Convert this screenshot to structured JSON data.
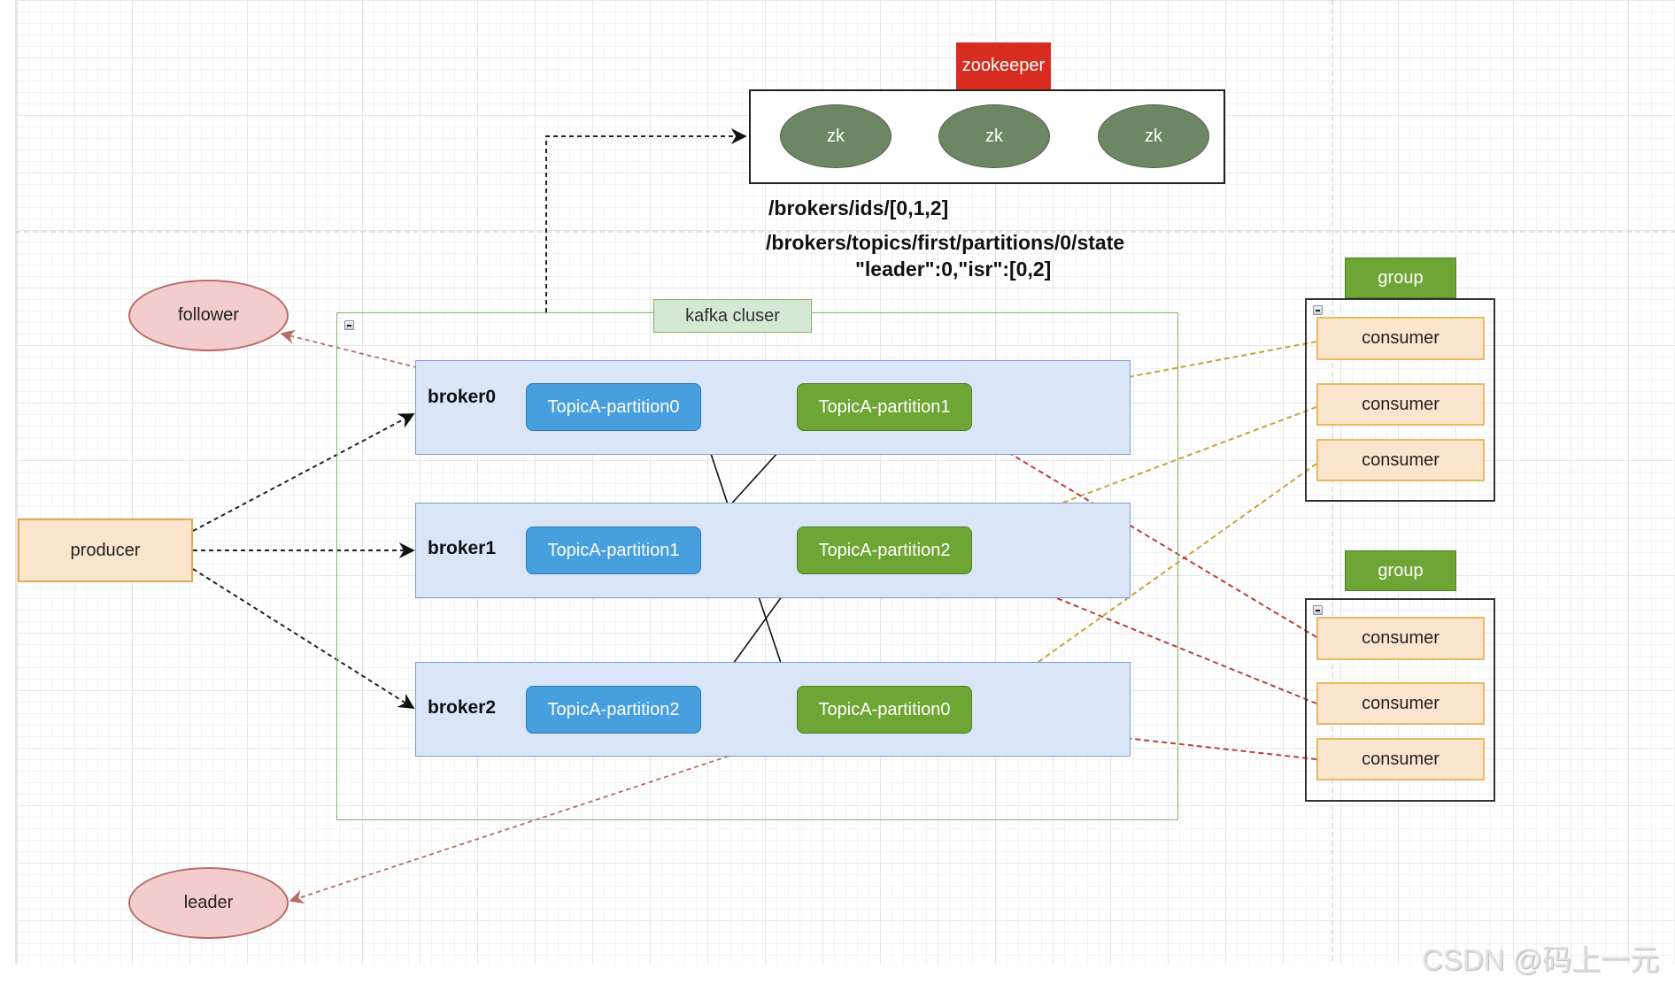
{
  "diagram": {
    "title": "Kafka cluster with Zookeeper, producer and consumer groups",
    "colors": {
      "zookeeper_label": "#d62d20",
      "zk_node": "#6d8764",
      "leader_partition": "#479fdd",
      "follower_partition": "#6ea636",
      "broker_fill": "#dae6f8",
      "consumer_fill": "#fbe5cd",
      "role_ellipse": "#f3cdcd",
      "consumer_link_group1": "#c4a437",
      "consumer_link_group2": "#b8403c"
    },
    "zookeeper": {
      "label": "zookeeper",
      "nodes": [
        "zk",
        "zk",
        "zk"
      ]
    },
    "zk_paths": {
      "ids": "/brokers/ids/[0,1,2]",
      "state_path": "/brokers/topics/first/partitions/0/state",
      "state_value": "\"leader\":0,\"isr\":[0,2]"
    },
    "roles": {
      "follower": "follower",
      "leader": "leader"
    },
    "producer": {
      "label": "producer"
    },
    "cluster": {
      "label": "kafka cluser",
      "brokers": [
        {
          "name": "broker0",
          "leader_partition": "TopicA-partition0",
          "follower_partition": "TopicA-partition1"
        },
        {
          "name": "broker1",
          "leader_partition": "TopicA-partition1",
          "follower_partition": "TopicA-partition2"
        },
        {
          "name": "broker2",
          "leader_partition": "TopicA-partition2",
          "follower_partition": "TopicA-partition0"
        }
      ]
    },
    "groups": [
      {
        "label": "group",
        "consumers": [
          "consumer",
          "consumer",
          "consumer"
        ]
      },
      {
        "label": "group",
        "consumers": [
          "consumer",
          "consumer",
          "consumer"
        ]
      }
    ],
    "watermark": "CSDN @码上一元"
  }
}
